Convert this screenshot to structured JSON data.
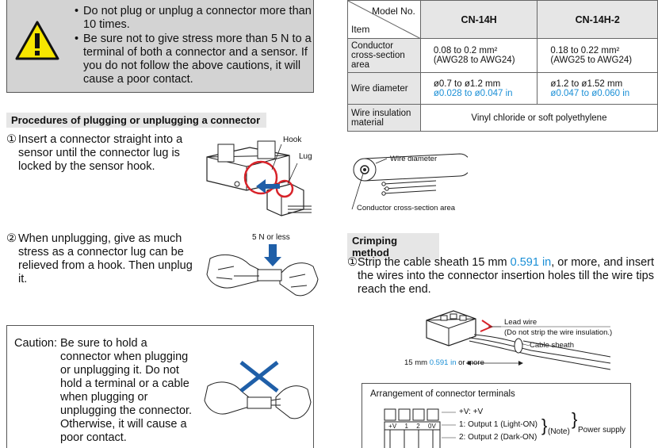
{
  "warning": {
    "items": [
      "Do not plug or unplug a connector more than 10 times.",
      "Be sure not to give stress more than 5 N to a terminal of both a connector and a sensor. If you do not follow the above cautions, it will cause a poor contact."
    ]
  },
  "procedures": {
    "title": "Procedures of plugging or unplugging a connector",
    "step1": {
      "num": "①",
      "text": "Insert a connector straight into a sensor until the connector lug is locked by the sensor hook.",
      "hook_label": "Hook",
      "lug_label": "Lug"
    },
    "step2": {
      "num": "②",
      "text": "When unplugging, give as much stress as a connector lug can be relieved from a hook. Then unplug it.",
      "force_label": "5 N or less"
    },
    "caution": {
      "label": "Caution:",
      "text": "Be sure to hold a connector when plugging or unplugging it. Do not hold a terminal or a cable when plugging or unplugging the connector. Otherwise, it will cause a poor contact."
    }
  },
  "spec_table": {
    "corner_top": "Model No.",
    "corner_bottom": "Item",
    "models": [
      "CN-14H",
      "CN-14H-2"
    ],
    "rows": [
      {
        "item": "Conductor cross-section area",
        "cn14h": "0.08 to 0.2 mm²",
        "cn14h_sub": "(AWG28 to AWG24)",
        "cn14h2": "0.18 to 0.22 mm²",
        "cn14h2_sub": "(AWG25 to AWG24)"
      },
      {
        "item": "Wire diameter",
        "cn14h": "ø0.7 to ø1.2 mm",
        "cn14h_sub": "ø0.028 to ø0.047 in",
        "cn14h2": "ø1.2 to ø1.52 mm",
        "cn14h2_sub": "ø0.047 to ø0.060 in"
      },
      {
        "item": "Wire insulation material",
        "both": "Vinyl chloride or soft polyethylene"
      }
    ]
  },
  "cable_diagram": {
    "wire_diameter": "Wire diameter",
    "cross_section": "Conductor cross-section area"
  },
  "crimping": {
    "title": "Crimping method",
    "step1_num": "①",
    "step1_a": "Strip the cable sheath 15 mm ",
    "step1_in": "0.591 in",
    "step1_b": ", or more, and insert the wires into the connector insertion holes till the wire tips reach the end.",
    "lead_wire": "Lead wire",
    "no_strip": "(Do not strip the wire insulation.)",
    "cable_sheath": "Cable sheath",
    "length_a": "15 mm ",
    "length_in": "0.591 in",
    "length_b": " or more"
  },
  "arrangement": {
    "title": "Arrangement of connector terminals",
    "pins": [
      "+V",
      "1",
      "2",
      "0V"
    ],
    "row1": "+V: +V",
    "row2": "1: Output 1 (Light-ON)",
    "row3": "2: Output 2 (Dark-ON)",
    "note": "(Note)",
    "power": "Power supply"
  },
  "colors": {
    "accent_blue": "#1a8fd6",
    "red": "#d8232a",
    "arrow_blue": "#1f5fa8",
    "warn_yellow": "#f7e600"
  }
}
